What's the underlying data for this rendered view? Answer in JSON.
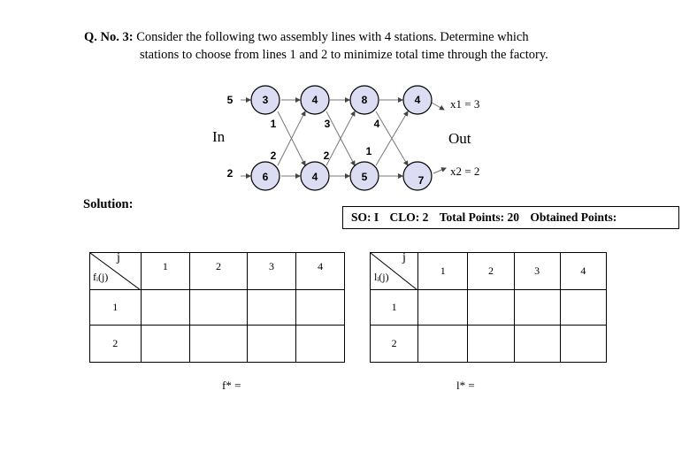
{
  "question": {
    "number_label": "Q. No. 3:",
    "line1": "Consider the following two assembly lines with 4 stations. Determine which",
    "line2": "stations to choose from lines 1 and 2 to minimize total time through the factory."
  },
  "diagram": {
    "in_label": "In",
    "out_label": "Out",
    "entry_top": "5",
    "entry_bottom": "2",
    "line1_stations": [
      "3",
      "4",
      "8",
      "4"
    ],
    "line2_stations": [
      "6",
      "4",
      "5",
      "7"
    ],
    "transfer_top": [
      "1",
      "3",
      "4"
    ],
    "transfer_bottom": [
      "2",
      "2",
      "1"
    ],
    "exit_top": "x1  = 3",
    "exit_bottom": "x2  = 2"
  },
  "solution_label": "Solution:",
  "info_box": {
    "so": "SO: I",
    "clo": "CLO:  2",
    "total": "Total Points:  20",
    "obtained": "Obtained Points:"
  },
  "table_f": {
    "corner_top": "j",
    "corner_bottom": "fᵢ(j)",
    "columns": [
      "1",
      "2",
      "3",
      "4"
    ],
    "rows": [
      "1",
      "2"
    ],
    "result_label": "f* ="
  },
  "table_l": {
    "corner_top": "j",
    "corner_bottom": "lᵢ(j)",
    "columns": [
      "1",
      "2",
      "3",
      "4"
    ],
    "rows": [
      "1",
      "2"
    ],
    "result_label": "l* ="
  }
}
